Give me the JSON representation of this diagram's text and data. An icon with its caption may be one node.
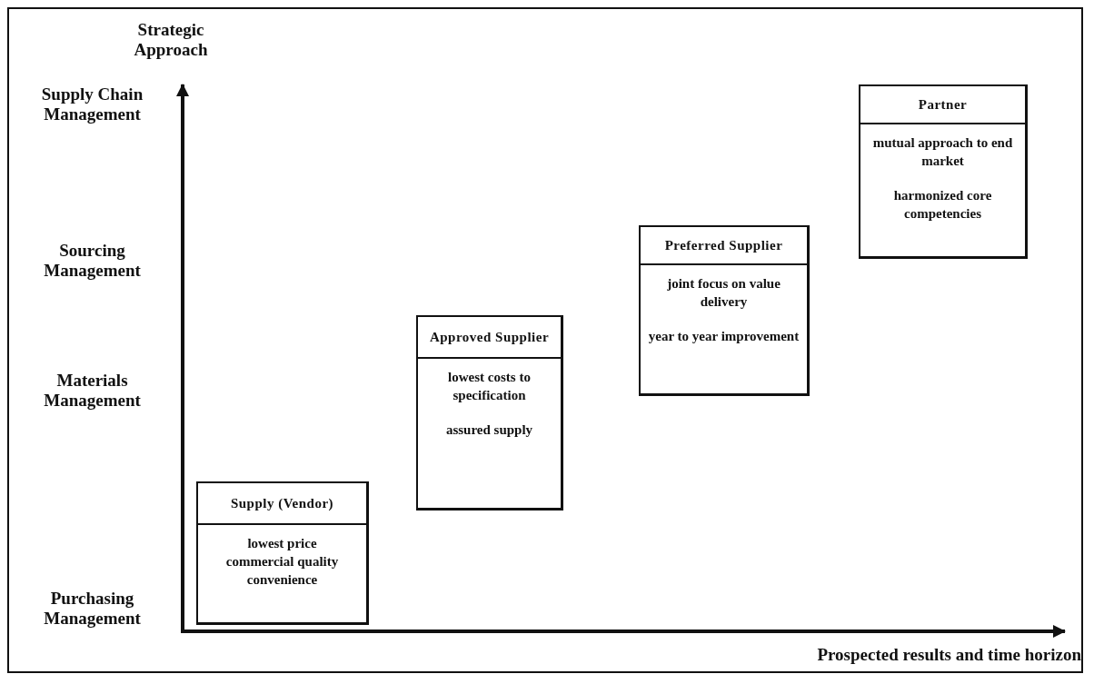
{
  "diagram": {
    "nodes": [
      {
        "text": [
          "Supply (Vendor)",
          "lowest price",
          "commercial quality",
          "convenience"
        ]
      },
      {
        "text": [
          "Approved Supplier",
          "lowest costs to specification",
          "assured supply"
        ]
      },
      {
        "text": [
          "Preferred Supplier",
          "joint focus on value delivery",
          "year to year improvement"
        ]
      },
      {
        "text": [
          "Partner",
          "mutual approach to end market",
          "harmonized core competencies"
        ]
      }
    ],
    "labels": [
      "Strategic Approach",
      "Supply Chain Management",
      "Sourcing Management",
      "Materials Management",
      "Purchasing Management",
      "Prospected results and time horizon"
    ]
  }
}
